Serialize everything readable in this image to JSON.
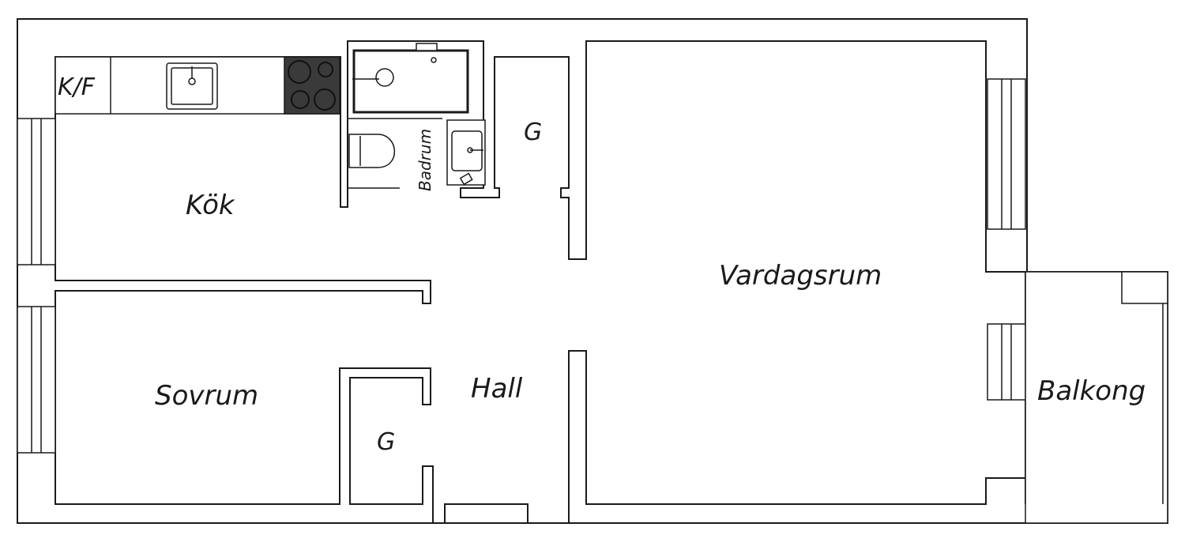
{
  "rooms": {
    "kok": "Kök",
    "kyl_frys": "K/F",
    "badrum": "Badrum",
    "garderob_1": "G",
    "garderob_2": "G",
    "vardagsrum": "Vardagsrum",
    "sovrum": "Sovrum",
    "hall": "Hall",
    "balkong": "Balkong"
  },
  "colors": {
    "line": "#1a1a1a",
    "stove": "#3a3a3a",
    "background": "#ffffff"
  },
  "icons": [
    "sink-icon",
    "stove-icon",
    "toilet-icon",
    "bathtub-icon",
    "washbasin-icon",
    "window-icon"
  ]
}
